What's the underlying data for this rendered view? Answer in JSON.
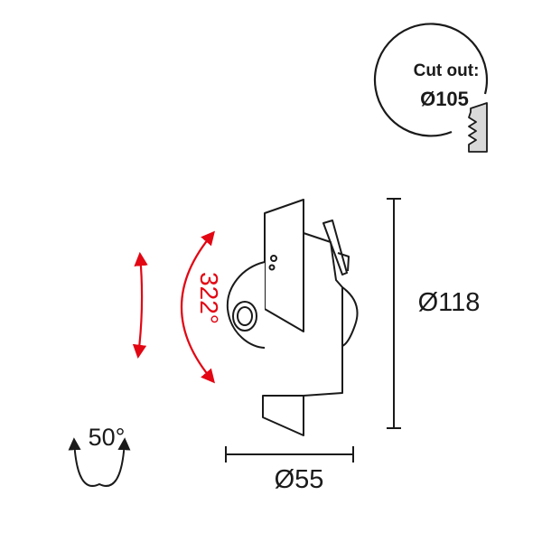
{
  "cutout": {
    "label": "Cut out:",
    "value": "Ø105"
  },
  "dimensions": {
    "height": "Ø118",
    "width": "Ø55"
  },
  "rotation": {
    "angle": "322°",
    "tilt": "50°"
  },
  "colors": {
    "line": "#1a1a1a",
    "accent": "#e30613",
    "ceiling_fill": "#d9d9d9"
  }
}
